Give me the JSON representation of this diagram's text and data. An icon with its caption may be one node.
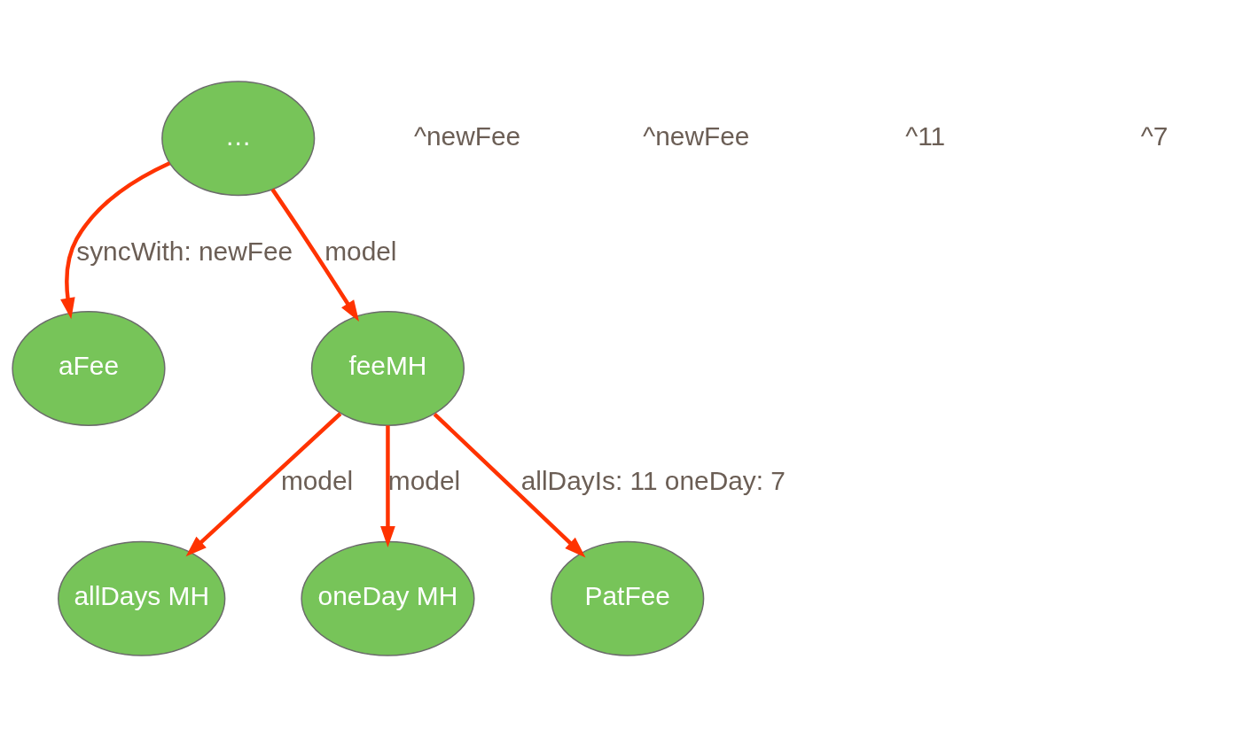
{
  "diagram": {
    "nodes": [
      {
        "text": [
          "…"
        ]
      },
      {
        "text": [
          "aFee"
        ]
      },
      {
        "text": [
          "feeMH"
        ]
      },
      {
        "text": [
          "allDays MH"
        ]
      },
      {
        "text": [
          "oneDay MH"
        ]
      },
      {
        "text": [
          "PatFee"
        ]
      }
    ],
    "edges": [
      {
        "from": 0,
        "to": 1,
        "arrow": "to",
        "label": "syncWith: newFee"
      },
      {
        "from": 0,
        "to": 2,
        "arrow": "to",
        "label": "model"
      },
      {
        "from": 2,
        "to": 5,
        "arrow": "to",
        "label": "allDayIs: 11 oneDay: 7"
      },
      {
        "from": 2,
        "to": 3,
        "arrow": "to",
        "label": "model"
      },
      {
        "from": 2,
        "to": 4,
        "arrow": "to",
        "label": "model"
      }
    ],
    "labels": [
      "^newFee",
      "^newFee",
      "^11",
      "^7"
    ]
  }
}
